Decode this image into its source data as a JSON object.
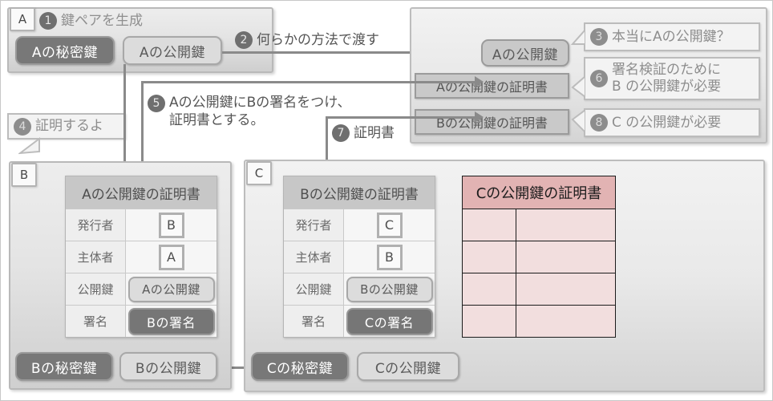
{
  "diagram": {
    "title_semantics": "certificate-chain-of-trust-diagram",
    "colors": {
      "private_key": "#787878",
      "public_key": "#dcdcdc",
      "certificate_header": "#c7c7c7",
      "panel_bg": "#e4e4e4",
      "pink_header": "#e2b3b3",
      "pink_body": "#f2dede",
      "line": "#8a8a8a"
    }
  },
  "panel_a": {
    "tag": "A",
    "step": "1",
    "heading": "鍵ペアを生成",
    "private_key": "Aの秘密鍵",
    "public_key": "Aの公開鍵"
  },
  "step2": {
    "number": "2",
    "label": "何らかの方法で渡す"
  },
  "step5": {
    "number": "5",
    "label": "Aの公開鍵にBの署名をつけ、\n証明書とする。"
  },
  "step7": {
    "number": "7",
    "label": "証明書"
  },
  "step4": {
    "number": "4",
    "label": "証明するよ"
  },
  "panel_right": {
    "items": [
      {
        "label": "Aの公開鍵",
        "style": "pill"
      },
      {
        "label": "Aの公開鍵の証明書",
        "style": "chip"
      },
      {
        "label": "Bの公開鍵の証明書",
        "style": "chip"
      }
    ],
    "callouts": [
      {
        "number": "3",
        "text": "本当にAの公開鍵？"
      },
      {
        "number": "6",
        "text": "署名検証のために\nB の公開鍵が必要"
      },
      {
        "number": "8",
        "text": "C の公開鍵が必要"
      }
    ]
  },
  "panel_b": {
    "tag": "B",
    "cert": {
      "title": "Aの公開鍵の証明書",
      "rows": [
        {
          "key": "発行者",
          "value": "B",
          "type": "letter"
        },
        {
          "key": "主体者",
          "value": "A",
          "type": "letter"
        },
        {
          "key": "公開鍵",
          "value": "Aの公開鍵",
          "type": "public"
        },
        {
          "key": "署名",
          "value": "Bの署名",
          "type": "signature"
        }
      ]
    },
    "private_key": "Bの秘密鍵",
    "public_key": "Bの公開鍵"
  },
  "panel_c": {
    "tag": "C",
    "cert": {
      "title": "Bの公開鍵の証明書",
      "rows": [
        {
          "key": "発行者",
          "value": "C",
          "type": "letter"
        },
        {
          "key": "主体者",
          "value": "B",
          "type": "letter"
        },
        {
          "key": "公開鍵",
          "value": "Bの公開鍵",
          "type": "public"
        },
        {
          "key": "署名",
          "value": "Cの署名",
          "type": "signature"
        }
      ]
    },
    "private_key": "Cの秘密鍵",
    "public_key": "Cの公開鍵",
    "pink_cert": {
      "title": "Cの公開鍵の証明書",
      "rows": [
        {
          "key": "",
          "value": ""
        },
        {
          "key": "",
          "value": ""
        },
        {
          "key": "",
          "value": ""
        },
        {
          "key": "",
          "value": ""
        }
      ]
    }
  }
}
